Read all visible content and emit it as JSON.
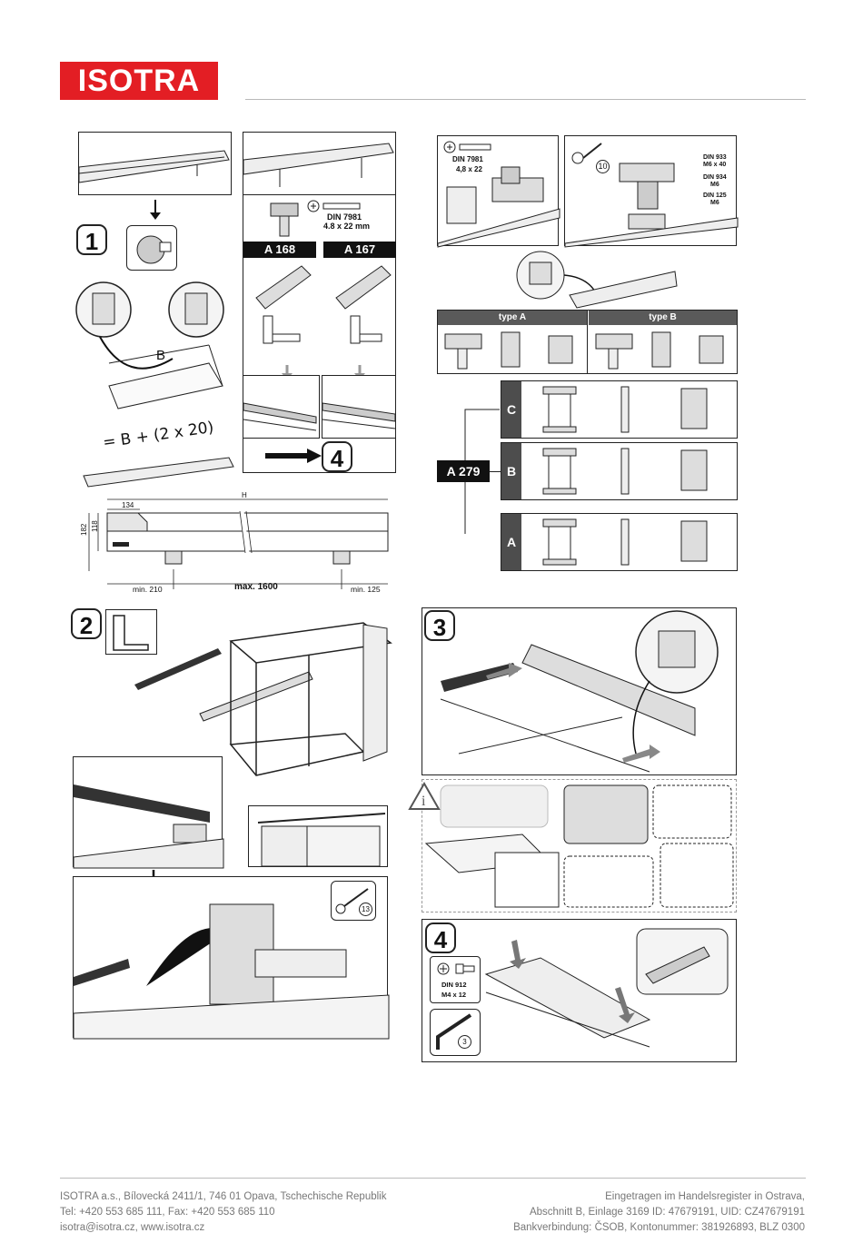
{
  "header": {
    "logo_text": "ISOTRA"
  },
  "step1": {
    "step": "1",
    "formula": "= B + (2 x 20)",
    "width_label": "B",
    "screw_norm": "DIN 7981",
    "screw_size": "4.8 x 22 mm",
    "profile_a168": "A 168",
    "profile_a167": "A 167",
    "goto_step": "4"
  },
  "dimensions": {
    "h": "H",
    "d134": "134",
    "d182": "182",
    "d118": "118",
    "min_left": "min. 210",
    "max_span": "max. 1600",
    "min_right": "min. 125"
  },
  "brackets": {
    "screw_norm": "DIN 7981",
    "screw_size": "4,8 x 22",
    "key_size": "10",
    "bolt_norm": "DIN 933",
    "bolt_size": "M6 x 40",
    "nut_norm": "DIN 934",
    "nut_size": "M6",
    "washer_norm": "DIN 125",
    "washer_size": "M6",
    "type_a": "type A",
    "type_b": "type B",
    "bracket_code": "A 279",
    "variants": [
      "C",
      "B",
      "A"
    ]
  },
  "step2": {
    "step": "2",
    "key_size": "13"
  },
  "step3": {
    "step": "3"
  },
  "step4": {
    "step": "4",
    "bolt_norm": "DIN 912",
    "bolt_size": "M4 x 12",
    "hex_size": "3"
  },
  "footer": {
    "left": [
      "ISOTRA a.s., Bílovecká 2411/1, 746 01 Opava, Tschechische Republik",
      "Tel: +420 553 685 111, Fax: +420 553 685 110",
      "isotra@isotra.cz, www.isotra.cz"
    ],
    "right": [
      "Eingetragen im Handelsregister in Ostrava,",
      "Abschnitt B, Einlage 3169 ID: 47679191, UID: CZ47679191",
      "Bankverbindung: ČSOB, Kontonummer: 381926893, BLZ 0300"
    ]
  }
}
